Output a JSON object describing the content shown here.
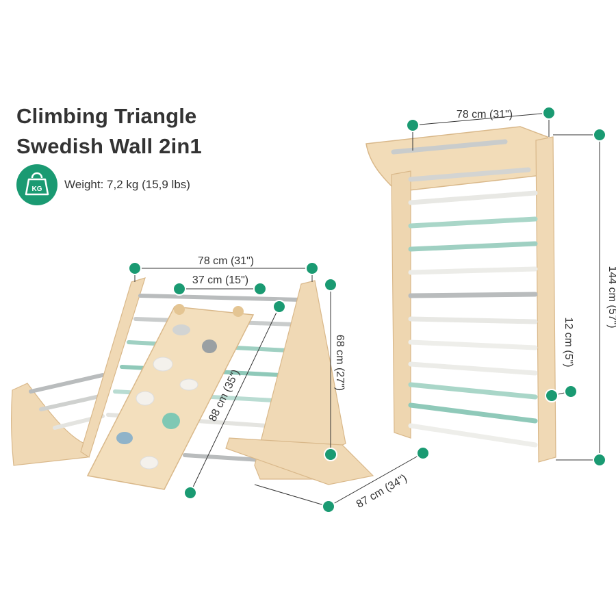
{
  "title_line1": "Climbing Triangle",
  "title_line2": "Swedish Wall 2in1",
  "weight_badge_text": "KG",
  "weight_label": "Weight: 7,2 kg (15,9 lbs)",
  "colors": {
    "accent": "#1a9a72",
    "wood": "#f0d9b5",
    "wood_edge": "#d9b88a",
    "rung_grey": "#b9bcbd",
    "rung_mint": "#8fc9b9",
    "rung_white": "#eeeeea",
    "hold_blue": "#8fb3c9",
    "hold_mint": "#7fc8b4",
    "hold_grey": "#9aa0a3"
  },
  "dimensions": {
    "triangle_width": "78 cm (31\")",
    "ramp_width": "37 cm (15\")",
    "triangle_height": "68 cm (27\")",
    "ramp_length": "88 cm (35\")",
    "triangle_depth": "87 cm (34\")",
    "wall_width": "78 cm (31\")",
    "wall_height": "144 cm (57\")",
    "rung_spacing": "12 cm (5\")"
  }
}
